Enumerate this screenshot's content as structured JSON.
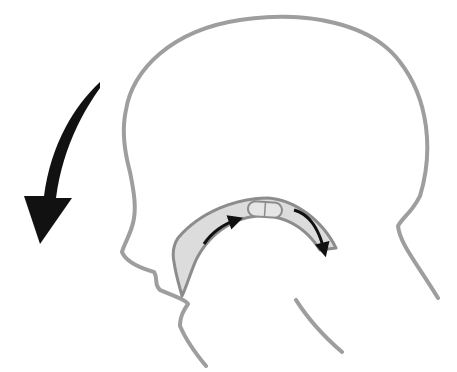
{
  "diagram": {
    "colors": {
      "head_outline": "#9e9e9e",
      "throat_fill": "#dcdcdc",
      "throat_outline": "#8c8c8c",
      "arrow": "#111111",
      "pill_body": "#e6e6e6",
      "pill_outline": "#8c8c8c",
      "background": "#ffffff"
    },
    "icons": {
      "tilt_arrow": "curved-down-arrow",
      "swallow_arrows": "curved-arrow",
      "pill": "capsule"
    }
  }
}
